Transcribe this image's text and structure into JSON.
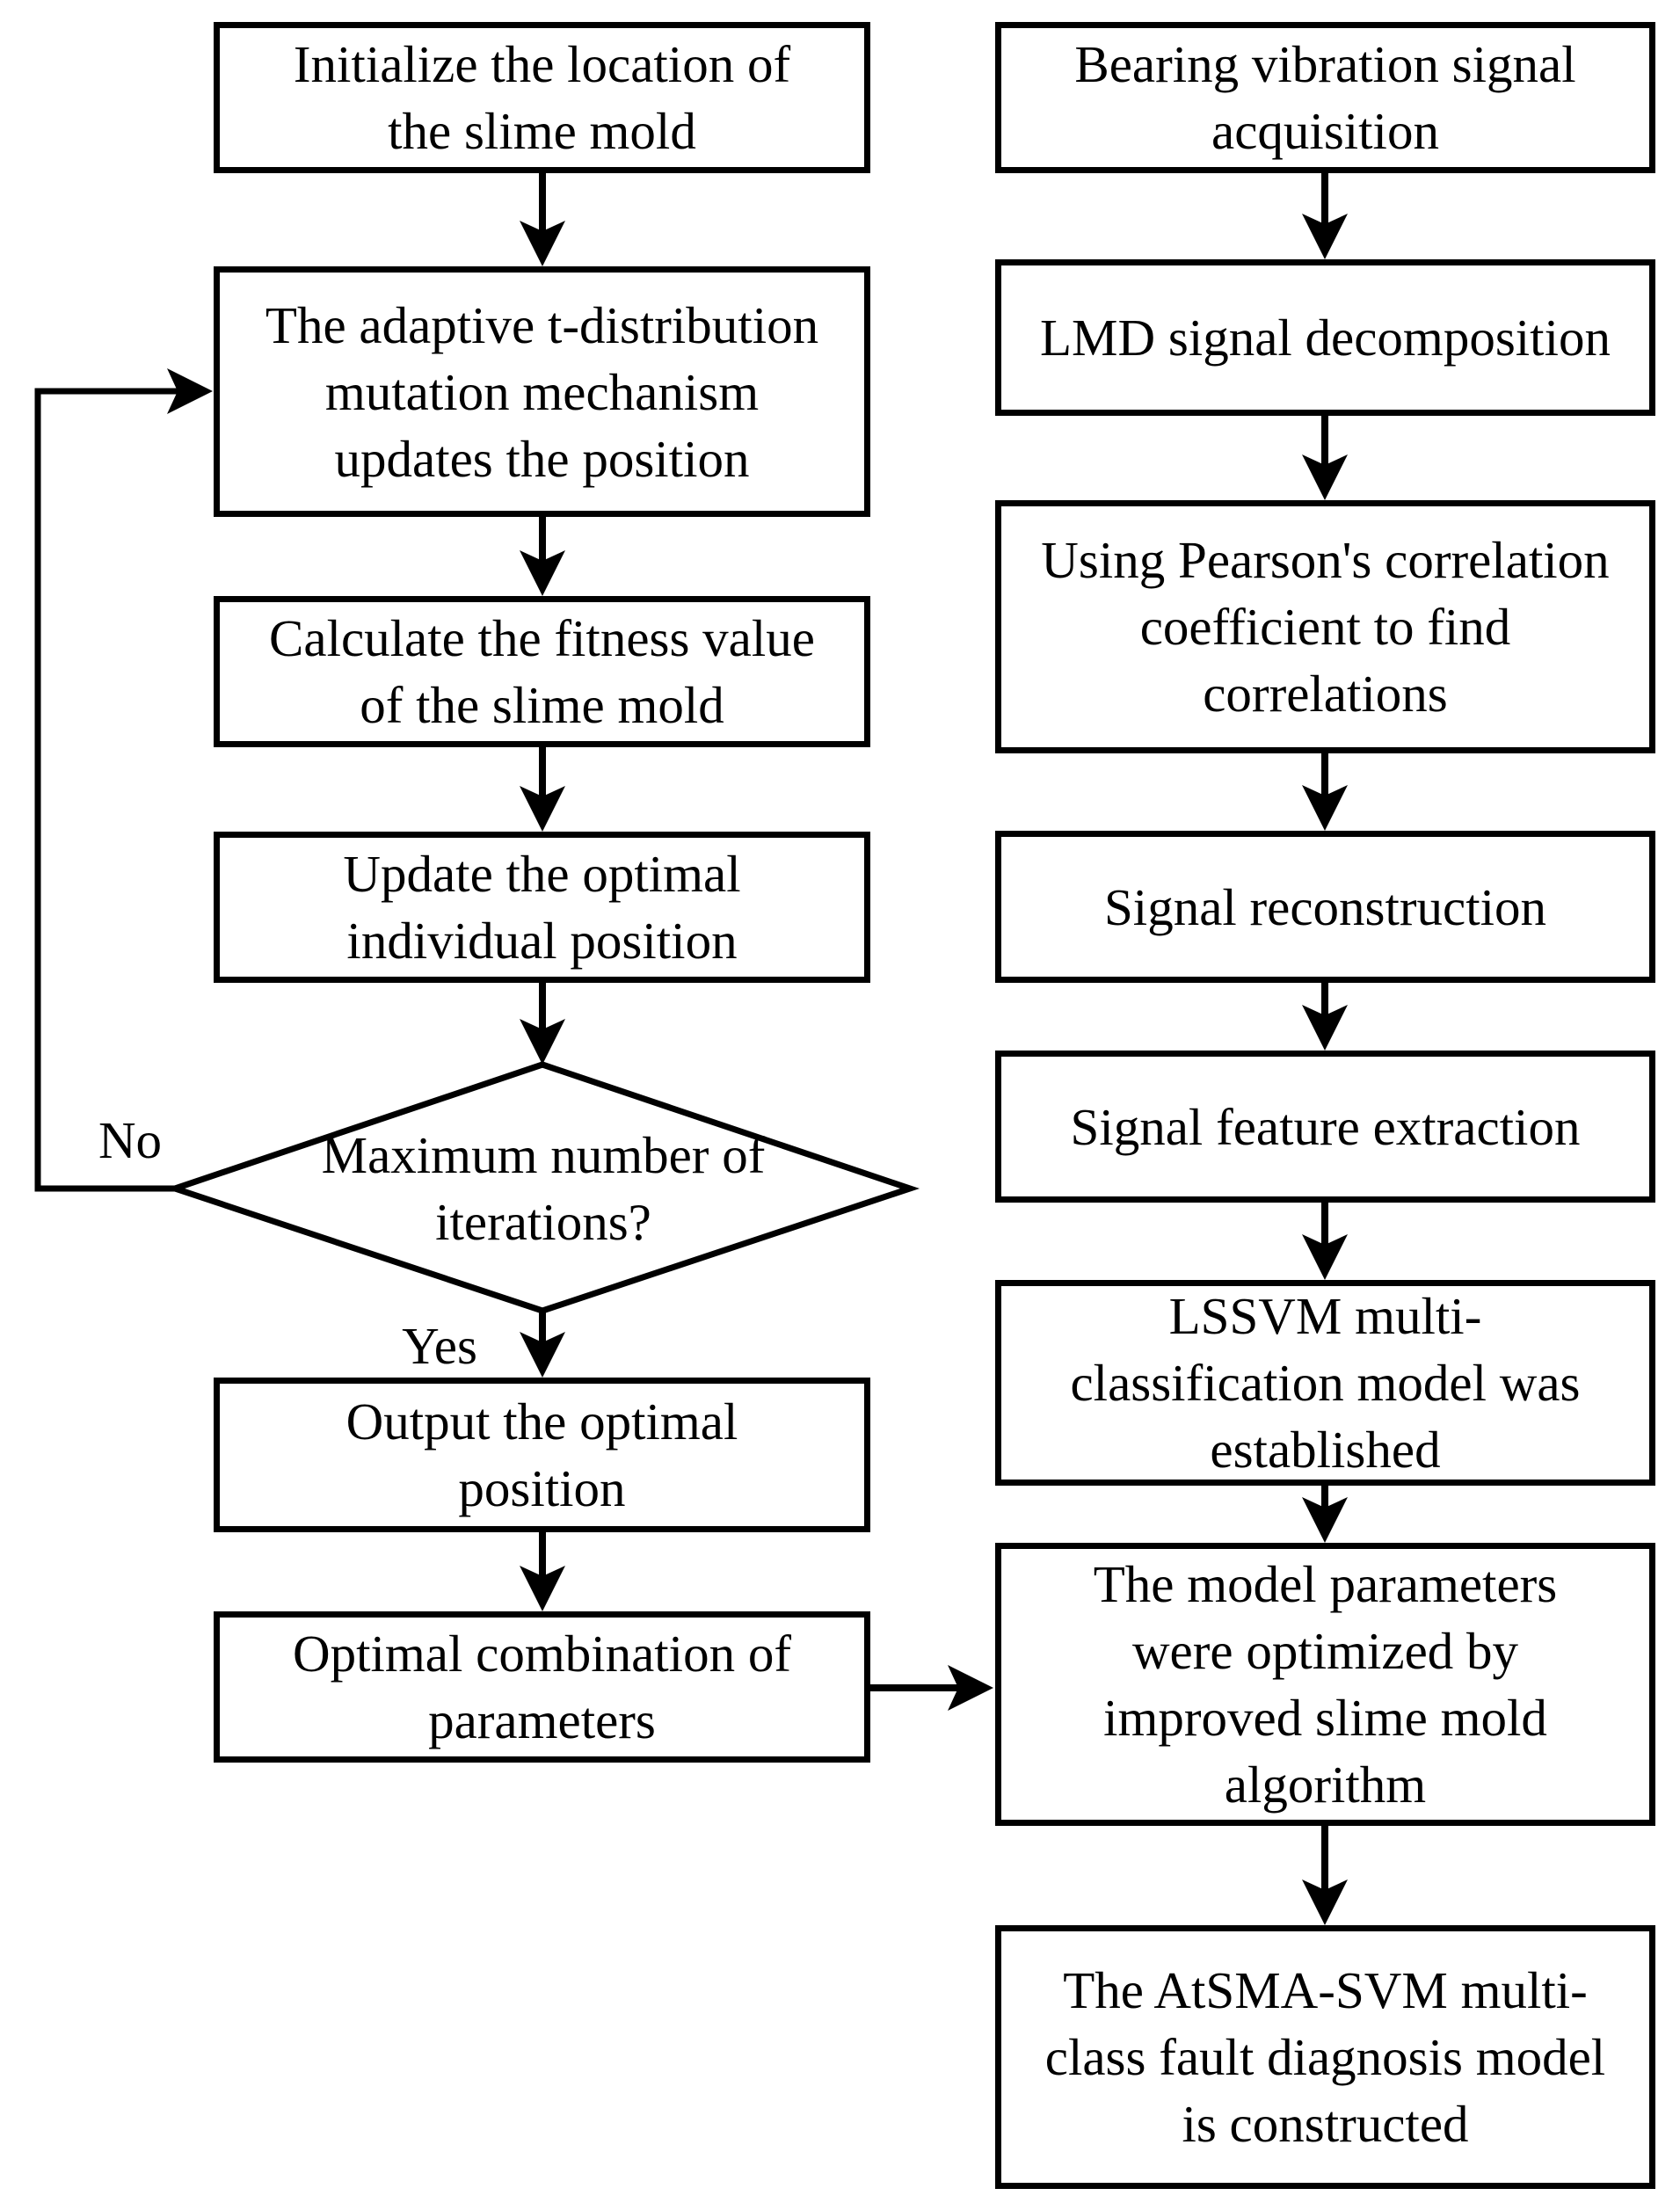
{
  "diagram": {
    "colors": {
      "background": "#ffffff",
      "stroke": "#000000",
      "text": "#000000"
    },
    "nodes": {
      "l1": {
        "label": "Initialize the location of\nthe slime mold"
      },
      "l2": {
        "label": "The adaptive t-distribution\nmutation mechanism\nupdates the position"
      },
      "l3": {
        "label": "Calculate the fitness value\nof the slime mold"
      },
      "l4": {
        "label": "Update the optimal\nindividual position"
      },
      "decision": {
        "label": "Maximum number of\niterations?"
      },
      "l5": {
        "label": "Output the optimal\nposition"
      },
      "l6": {
        "label": "Optimal combination of\nparameters"
      },
      "r1": {
        "label": "Bearing vibration signal\nacquisition"
      },
      "r2": {
        "label": "LMD signal decomposition"
      },
      "r3": {
        "label": "Using Pearson's correlation\ncoefficient to find\ncorrelations"
      },
      "r4": {
        "label": "Signal reconstruction"
      },
      "r5": {
        "label": "Signal feature extraction"
      },
      "r6": {
        "label": "LSSVM multi-\nclassification model was\nestablished"
      },
      "r7": {
        "label": "The model parameters\nwere optimized by\nimproved slime mold\nalgorithm"
      },
      "r8": {
        "label": "The AtSMA-SVM multi-\nclass fault diagnosis model\nis constructed"
      }
    },
    "edge_labels": {
      "no": "No",
      "yes": "Yes"
    }
  }
}
